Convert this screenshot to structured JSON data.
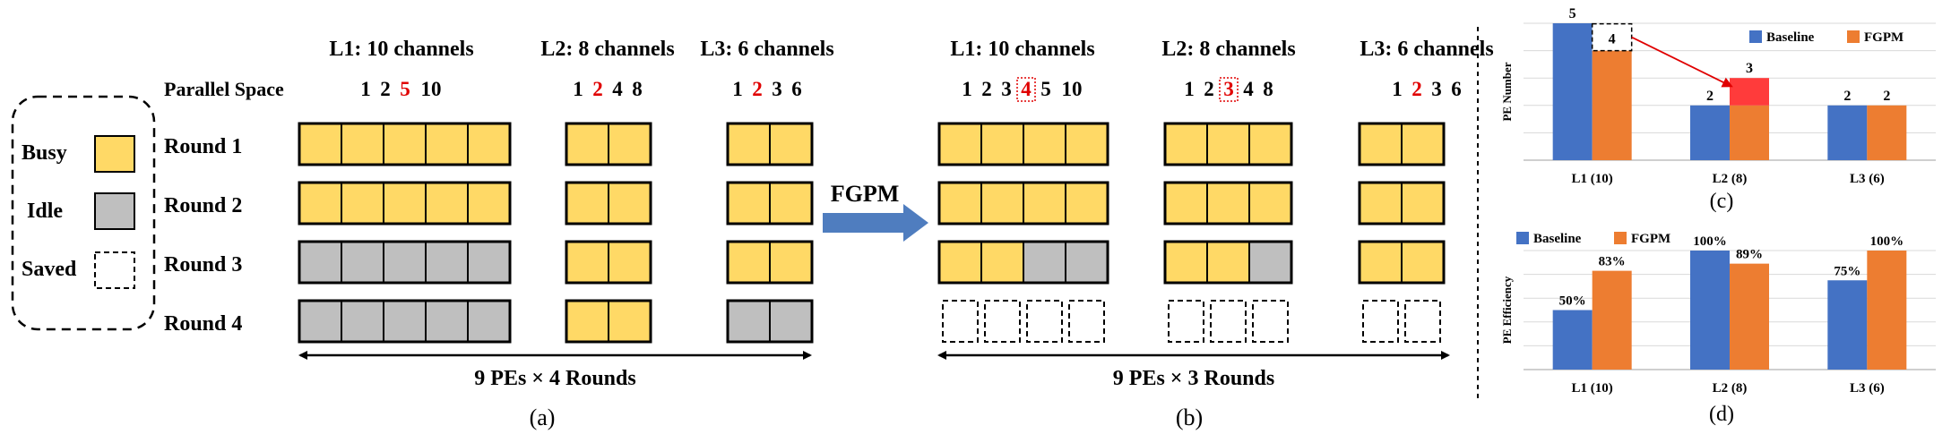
{
  "legend": {
    "busy": "Busy",
    "idle": "Idle",
    "saved": "Saved"
  },
  "colors": {
    "busy": "#FFD966",
    "idle": "#BFBFBF",
    "baseline": "#4472C4",
    "fgpm": "#ED7D31",
    "highlight": "#FF3B3B",
    "red_text": "#E00000",
    "arrow": "#4F7DBF"
  },
  "parallel_space_label": "Parallel Space",
  "round_labels": [
    "Round 1",
    "Round 2",
    "Round 3",
    "Round 4"
  ],
  "panel_a": {
    "caption": "(a)",
    "span_label": "9 PEs × 4 Rounds",
    "layers": [
      {
        "title": "L1: 10 channels",
        "parallel": [
          "1",
          "2",
          "5",
          "10"
        ],
        "highlight_index": 2,
        "boxed": false,
        "cells": [
          [
            "busy",
            "busy",
            "busy",
            "busy",
            "busy"
          ],
          [
            "busy",
            "busy",
            "busy",
            "busy",
            "busy"
          ],
          [
            "idle",
            "idle",
            "idle",
            "idle",
            "idle"
          ],
          [
            "idle",
            "idle",
            "idle",
            "idle",
            "idle"
          ]
        ]
      },
      {
        "title": "L2: 8 channels",
        "parallel": [
          "1",
          "2",
          "4",
          "8"
        ],
        "highlight_index": 1,
        "boxed": false,
        "cells": [
          [
            "busy",
            "busy"
          ],
          [
            "busy",
            "busy"
          ],
          [
            "busy",
            "busy"
          ],
          [
            "busy",
            "busy"
          ]
        ]
      },
      {
        "title": "L3: 6 channels",
        "parallel": [
          "1",
          "2",
          "3",
          "6"
        ],
        "highlight_index": 1,
        "boxed": false,
        "cells": [
          [
            "busy",
            "busy"
          ],
          [
            "busy",
            "busy"
          ],
          [
            "busy",
            "busy"
          ],
          [
            "idle",
            "idle"
          ]
        ]
      }
    ]
  },
  "transition": {
    "label": "FGPM"
  },
  "panel_b": {
    "caption": "(b)",
    "span_label": "9 PEs × 3 Rounds",
    "layers": [
      {
        "title": "L1: 10 channels",
        "parallel": [
          "1",
          "2",
          "3",
          "4",
          "5",
          "10"
        ],
        "highlight_index": 3,
        "boxed": true,
        "cells": [
          [
            "busy",
            "busy",
            "busy",
            "busy"
          ],
          [
            "busy",
            "busy",
            "busy",
            "busy"
          ],
          [
            "busy",
            "busy",
            "idle",
            "idle"
          ],
          [
            "saved",
            "saved",
            "saved",
            "saved"
          ]
        ]
      },
      {
        "title": "L2: 8 channels",
        "parallel": [
          "1",
          "2",
          "3",
          "4",
          "8"
        ],
        "highlight_index": 2,
        "boxed": true,
        "cells": [
          [
            "busy",
            "busy",
            "busy"
          ],
          [
            "busy",
            "busy",
            "busy"
          ],
          [
            "busy",
            "busy",
            "idle"
          ],
          [
            "saved",
            "saved",
            "saved"
          ]
        ]
      },
      {
        "title": "L3: 6 channels",
        "parallel": [
          "1",
          "2",
          "3",
          "6"
        ],
        "highlight_index": 1,
        "boxed": false,
        "cells": [
          [
            "busy",
            "busy"
          ],
          [
            "busy",
            "busy"
          ],
          [
            "busy",
            "busy"
          ],
          [
            "saved",
            "saved"
          ]
        ]
      }
    ]
  },
  "chart_data": [
    {
      "type": "bar",
      "panel": "(c)",
      "ylabel": "PE Number",
      "categories": [
        "L1 (10)",
        "L2 (8)",
        "L3 (6)"
      ],
      "series": [
        {
          "name": "Baseline",
          "values": [
            5,
            2,
            2
          ]
        },
        {
          "name": "FGPM",
          "values": [
            4,
            3,
            2
          ]
        }
      ],
      "data_labels": {
        "Baseline": [
          "5",
          "2",
          "2"
        ],
        "FGPM": [
          "4",
          "3",
          "2"
        ]
      },
      "annotation": "PE moved from L1 to L2",
      "ylim": [
        0,
        5
      ],
      "grid": true,
      "legend": "top-right"
    },
    {
      "type": "bar",
      "panel": "(d)",
      "ylabel": "PE Efficiency",
      "categories": [
        "L1 (10)",
        "L2 (8)",
        "L3 (6)"
      ],
      "series": [
        {
          "name": "Baseline",
          "values": [
            50,
            100,
            75
          ]
        },
        {
          "name": "FGPM",
          "values": [
            83,
            89,
            100
          ]
        }
      ],
      "data_labels": {
        "Baseline": [
          "50%",
          "100%",
          "75%"
        ],
        "FGPM": [
          "83%",
          "89%",
          "100%"
        ]
      },
      "ylim": [
        0,
        100
      ],
      "grid": true,
      "legend": "top-left"
    }
  ]
}
